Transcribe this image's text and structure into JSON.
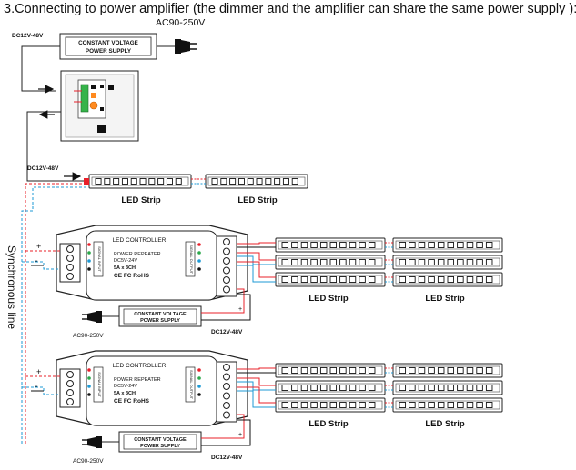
{
  "title": "3.Connecting to power amplifier (the dimmer and the amplifier can share the same power supply ):",
  "psu": {
    "label_line1": "CONSTANT VOLTAGE",
    "label_line2": "POWER SUPPLY",
    "ac_input": "AC90-250V",
    "dc_output": "DC12V-48V"
  },
  "dimmer": {
    "dc_input": "DC12V-48V"
  },
  "strip_label": "LED Strip",
  "synchronous_line": "Synchronous line",
  "amplifier": {
    "title": "LED CONTROLLER",
    "line1": "POWER REPEATER",
    "line2": "DC5V-24V",
    "line3": "5A x 3CH",
    "certs": "CE FC RoHS",
    "input_side_label": "SIGNAL INPUT",
    "output_side_label": "SIGNAL OUTPUT"
  },
  "polarity": {
    "plus": "+",
    "minus": "-"
  },
  "colors": {
    "red": "#e8202a",
    "blue": "#1d9ad6",
    "black": "#111111",
    "ink": "#222222"
  }
}
